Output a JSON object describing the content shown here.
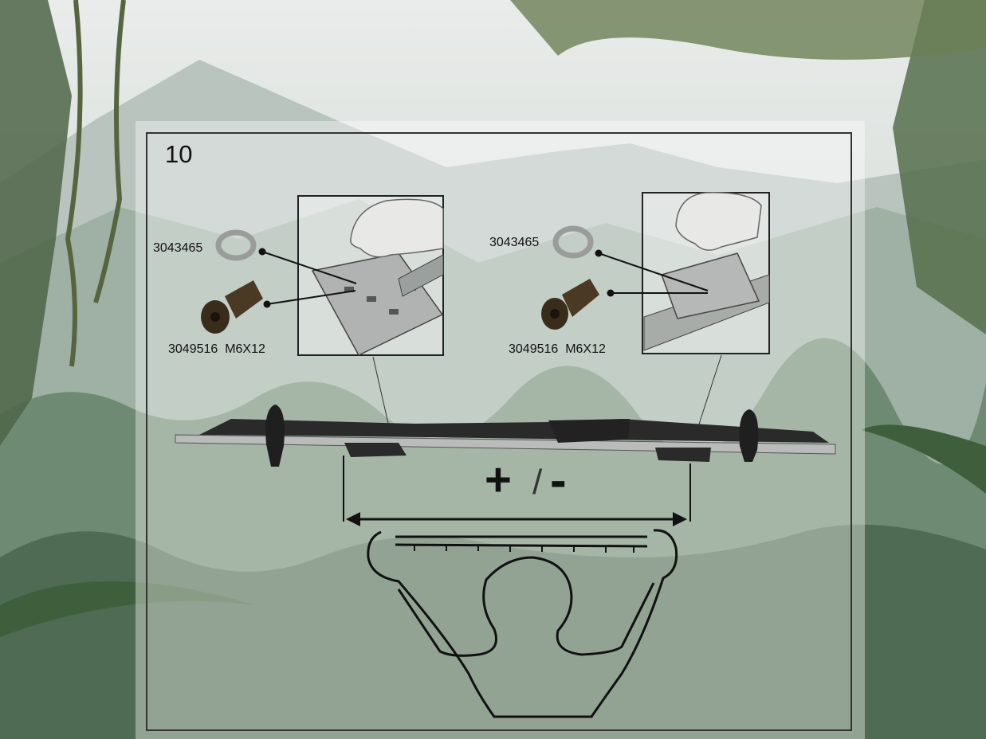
{
  "step": {
    "number": "10"
  },
  "left_detail": {
    "washer_part": "3043465",
    "bolt_part": "3049516",
    "bolt_size": "M6X12"
  },
  "right_detail": {
    "washer_part": "3043465",
    "bolt_part": "3049516",
    "bolt_size": "M6X12"
  },
  "adjust": {
    "plus": "+",
    "slash": "/",
    "minus": "-"
  },
  "colors": {
    "frame": "#333333",
    "bar": "#b9bcbb",
    "bolt": "#4a3a24",
    "sky": "#dfe4e2",
    "forest": "#56705a"
  }
}
